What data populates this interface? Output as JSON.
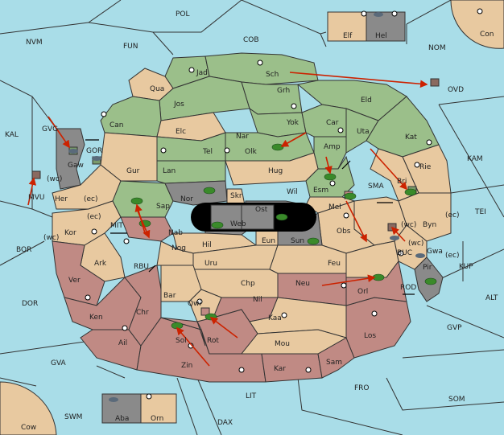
{
  "colors": {
    "sea": "#a9dde8",
    "green": "#9bbf8a",
    "tan": "#e8c9a0",
    "red": "#c08a84",
    "gray": "#8a8a8a",
    "black": "#000000",
    "line": "#333333",
    "arrow": "#cc2200",
    "unit_green": "#3a8a2a",
    "unit_gray": "#5a6a7a"
  },
  "labels": {
    "POL": "POL",
    "COB": "COB",
    "NVM": "NVM",
    "FUN": "FUN",
    "NOM": "NOM",
    "Con": "Con",
    "Elf": "Elf",
    "Hel": "Hel",
    "KAL": "KAL",
    "GVG": "GVG",
    "GOR": "GOR",
    "Gaw": "Gaw",
    "MVU": "MVU",
    "wc1": "(wc)",
    "Her": "Her",
    "ec1": "(ec)",
    "BOR": "BOR",
    "wc2": "(wc)",
    "Kor": "Kor",
    "ec2": "(ec)",
    "MIT": "MIT",
    "Ark": "Ark",
    "RBU": "RBU",
    "DOR": "DOR",
    "Ver": "Ver",
    "Ken": "Ken",
    "Ail": "Ail",
    "GVA": "GVA",
    "SWM": "SWM",
    "Cow": "Cow",
    "Aba": "Aba",
    "Orn": "Orn",
    "LIT": "LIT",
    "DAX": "DAX",
    "FRO": "FRO",
    "SOM": "SOM",
    "GVP": "GVP",
    "ALT": "ALT",
    "KUP": "KUP",
    "TEI": "TEI",
    "KAM": "KAM",
    "OVD": "OVD",
    "Jad": "Jad",
    "Sch": "Sch",
    "Qua": "Qua",
    "Jos": "Jos",
    "Grh": "Grh",
    "Eld": "Eld",
    "Can": "Can",
    "Yok": "Yok",
    "Car": "Car",
    "Elc": "Elc",
    "Nar": "Nar",
    "Uta": "Uta",
    "Kat": "Kat",
    "Amp": "Amp",
    "Tel": "Tel",
    "Olk": "Olk",
    "Rie": "Rie",
    "Gur": "Gur",
    "Lan": "Lan",
    "Hug": "Hug",
    "Bri": "Bri",
    "Esm": "Esm",
    "Wil": "Wil",
    "SMA": "SMA",
    "Nor": "Nor",
    "Skr": "Skr",
    "Ost": "Ost",
    "Mel": "Mel",
    "Sap": "Sap",
    "Web": "Web",
    "Byn": "Byn",
    "ec3": "(ec)",
    "wc3": "(wc)",
    "Nab": "Nab",
    "Eun": "Eun",
    "Sun": "Sun",
    "Obs": "Obs",
    "Hil": "Hil",
    "BUC": "BUC",
    "Gwa": "Gwa",
    "ec4": "(ec)",
    "wc4": "(wc)",
    "Nog": "Nog",
    "Uru": "Uru",
    "Feu": "Feu",
    "Pir": "Pir",
    "Chp": "Chp",
    "Neu": "Neu",
    "Orl": "Orl",
    "RDD": "ROD",
    "Bar": "Bar",
    "Qwi": "Qwi",
    "Nil": "Nil",
    "Chr": "Chr",
    "Kaa": "Kaa",
    "Sol": "Sol",
    "Rot": "Rot",
    "Mou": "Mou",
    "Los": "Los",
    "Zin": "Zin",
    "Kar": "Kar",
    "Sam": "Sam"
  }
}
